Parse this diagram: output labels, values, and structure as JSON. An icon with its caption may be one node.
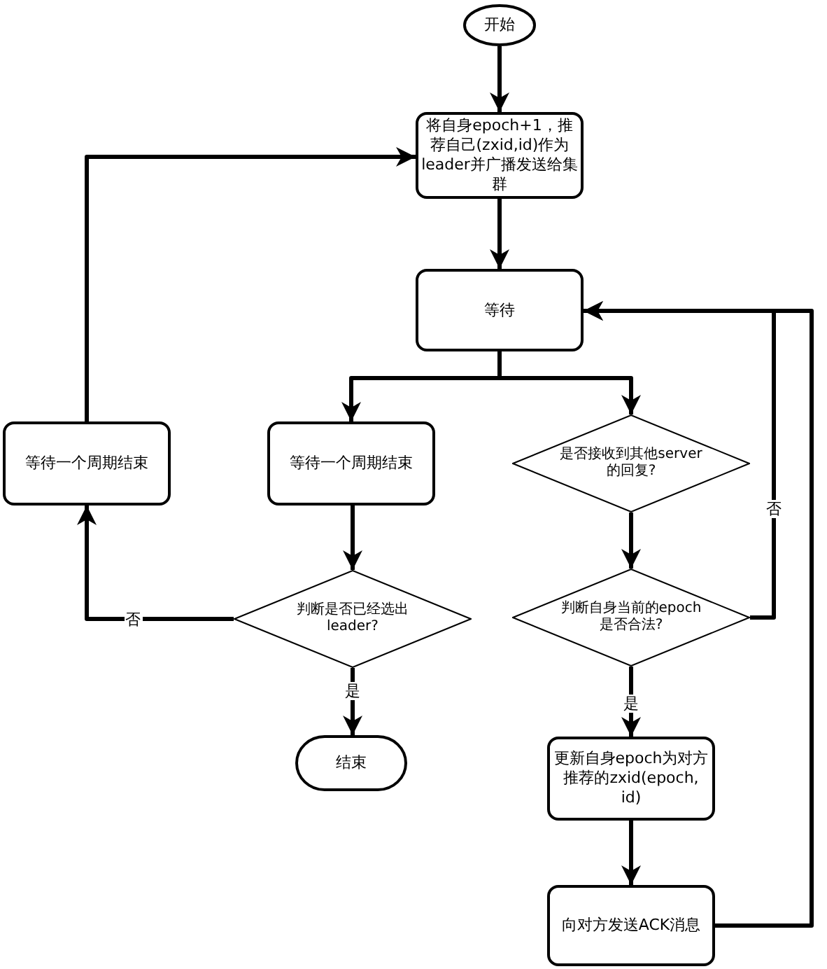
{
  "diagram": {
    "nodes": [
      {
        "text": [
          "开始"
        ]
      },
      {
        "text": [
          "将自身epoch+1，推荐自己(zxid,id)作为leader并广播发送给集群"
        ]
      },
      {
        "text": [
          "等待"
        ]
      },
      {
        "text": [
          "等待一个周期结束"
        ]
      },
      {
        "text": [
          "等待一个周期结束"
        ]
      },
      {
        "text": [
          "判断是否已经选出leader?"
        ]
      },
      {
        "text": [
          "是否接收到其他server的回复?"
        ]
      },
      {
        "text": [
          "判断自身当前的epoch是否合法?"
        ]
      },
      {
        "text": [
          "结束"
        ]
      },
      {
        "text": [
          "更新自身epoch为对方推荐的zxid(epoch, id)"
        ]
      },
      {
        "text": [
          "向对方发送ACK消息"
        ]
      }
    ],
    "edges": [
      {
        "from": 0,
        "to": 1,
        "arrow": "to"
      },
      {
        "from": 1,
        "to": 2,
        "arrow": "to"
      },
      {
        "from": 2,
        "to": 4,
        "arrow": "to"
      },
      {
        "from": 2,
        "to": 6,
        "arrow": "to"
      },
      {
        "from": 4,
        "to": 5,
        "arrow": "to"
      },
      {
        "from": 5,
        "to": 3,
        "arrow": "to",
        "label": "否"
      },
      {
        "from": 3,
        "to": 1,
        "arrow": "to"
      },
      {
        "from": 5,
        "to": 8,
        "arrow": "to",
        "label": "是"
      },
      {
        "from": 6,
        "to": 7,
        "arrow": "to"
      },
      {
        "from": 7,
        "to": 2,
        "arrow": "to",
        "label": "否"
      },
      {
        "from": 7,
        "to": 9,
        "arrow": "to",
        "label": "是"
      },
      {
        "from": 9,
        "to": 10,
        "arrow": "to"
      },
      {
        "from": 10,
        "to": 2,
        "arrow": "to"
      }
    ]
  }
}
